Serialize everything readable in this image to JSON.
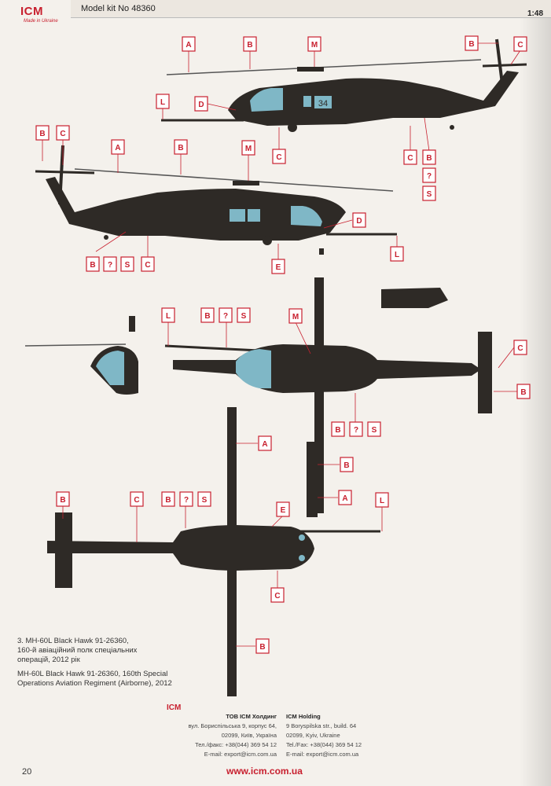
{
  "header": {
    "logo": "ICM",
    "logo_tagline": "Made in Ukraine",
    "kit_label": "Model kit No 48360",
    "scale": "1:48"
  },
  "callouts": {
    "A": "A",
    "B": "B",
    "C": "C",
    "D": "D",
    "E": "E",
    "L": "L",
    "M": "M",
    "Q": "?",
    "S": "S"
  },
  "caption": {
    "line_ua_1": "3. MH-60L Black Hawk 91-26360,",
    "line_ua_2": "160-й авіаційний полк спеціальних",
    "line_ua_3": "операцій, 2012 рік",
    "line_en_1": "MH-60L Black Hawk 91-26360, 160th Special",
    "line_en_2": "Operations Aviation Regiment (Airborne), 2012"
  },
  "side_number": "34",
  "footer": {
    "ua_title": "ТОВ ICM Холдинг",
    "ua_line1": "вул. Бориспільська 9, корпус 64,",
    "ua_line2": "02099, Київ, Україна",
    "ua_line3": "Тел./факс: +38(044) 369 54 12",
    "ua_line4": "E-mail: export@icm.com.ua",
    "en_title": "ICM Holding",
    "en_line1": "9 Boryspilska str., build. 64",
    "en_line2": "02099, Kyiv, Ukraine",
    "en_line3": "Tel./Fax: +38(044) 369 54 12",
    "en_line4": "E-mail: export@icm.com.ua",
    "url": "www.icm.com.ua",
    "page_number": "20"
  },
  "colors": {
    "accent": "#c8202f",
    "airframe": "#2e2a26",
    "glazing": "#7fb7c6"
  }
}
